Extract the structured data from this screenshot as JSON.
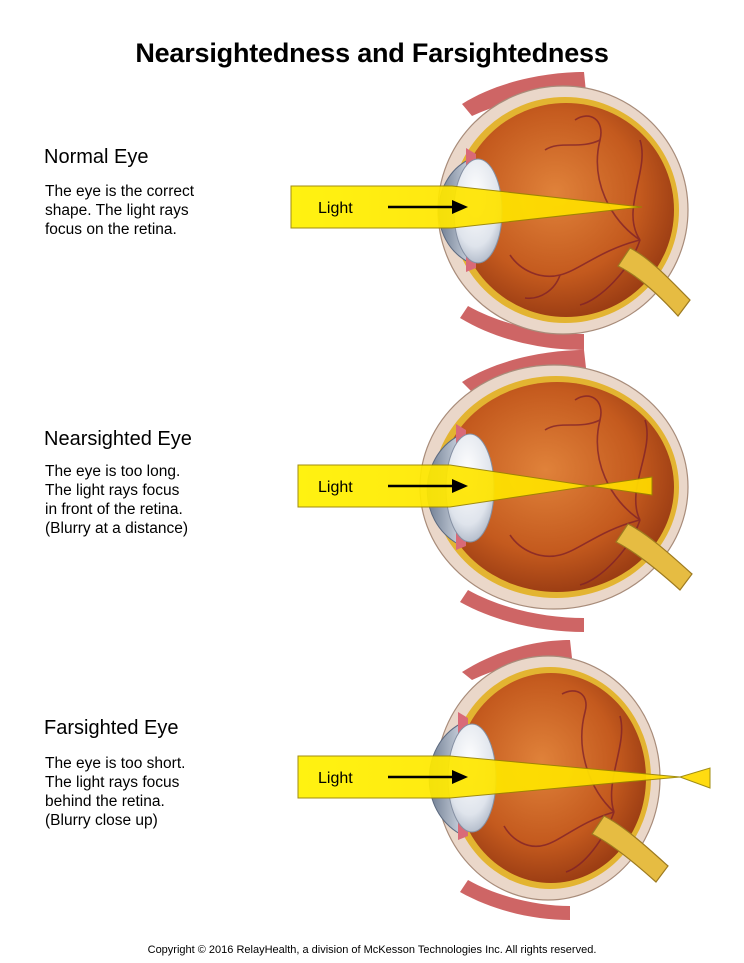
{
  "title": "Nearsightedness and Farsightedness",
  "sections": [
    {
      "heading": "Normal Eye",
      "description": [
        "The eye is the correct",
        "shape.  The light rays",
        "focus on the retina."
      ],
      "light_label": "Light"
    },
    {
      "heading": "Nearsighted Eye",
      "description": [
        "The eye is too long.",
        "The light rays focus",
        "in front of the retina.",
        "(Blurry at a distance)"
      ],
      "light_label": "Light"
    },
    {
      "heading": "Farsighted Eye",
      "description": [
        "The eye is too short.",
        "The light rays focus",
        "behind the retina.",
        "(Blurry close up)"
      ],
      "light_label": "Light"
    }
  ],
  "copyright": "Copyright © 2016 RelayHealth, a division of McKesson Technologies Inc. All rights reserved.",
  "colors": {
    "light_beam": "#ffe600",
    "light_beam_outline": "#9a8400",
    "eye_interior": "#c45a1e",
    "sclera": "#ead7c9",
    "choroid": "#e3b431",
    "lens": "#cfd6e0",
    "optic_nerve": "#e6bc42"
  }
}
